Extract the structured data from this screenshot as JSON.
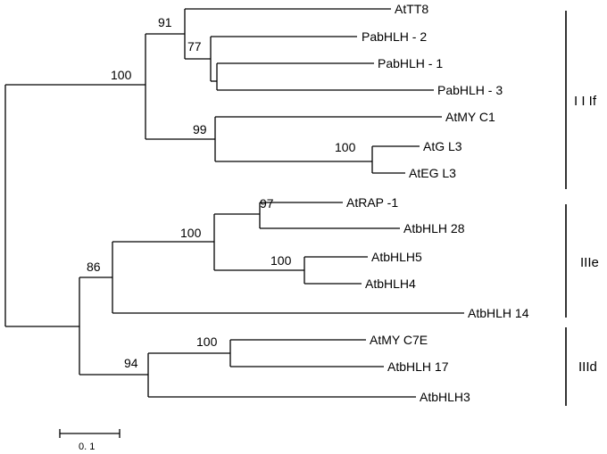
{
  "leaves": [
    "AtTT8",
    "PabHLH - 2",
    "PabHLH - 1",
    "PabHLH - 3",
    "AtMY C1",
    "AtG L3",
    "AtEG L3",
    "AtRAP -1",
    "AtbHLH 28",
    "AtbHLH5",
    "AtbHLH4",
    "AtbHLH 14",
    "AtMY C7E",
    "AtbHLH 17",
    "AtbHLH3"
  ],
  "bootstrap": [
    "91",
    "77",
    "100",
    "99",
    "100",
    "97",
    "100",
    "100",
    "86",
    "100",
    "94"
  ],
  "groups": [
    "I I If",
    "IIIe",
    "IIId"
  ],
  "scale_label": "0. 1"
}
